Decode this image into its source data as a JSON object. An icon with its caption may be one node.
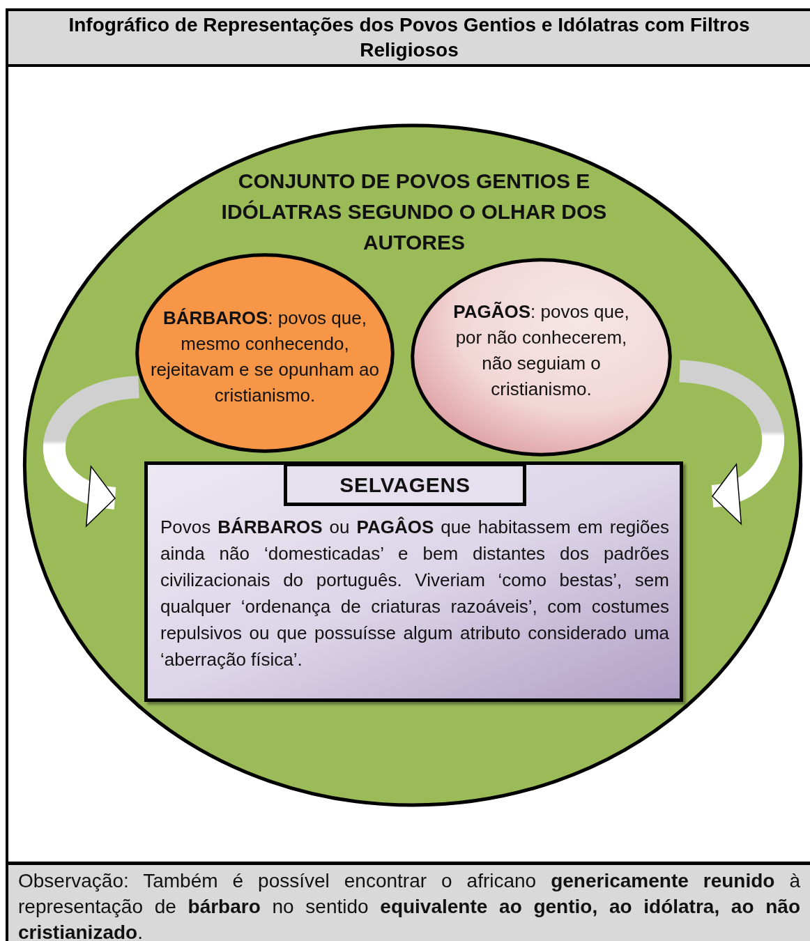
{
  "diagram": {
    "title": "Infográfico de Representações dos Povos Gentios e Idólatras com Filtros Religiosos",
    "caption": "Observação: Também é possível encontrar o africano **genericamente reunido** à representação de **bárbaro** no sentido **equivalente ao gentio, ao idólatra, ao não cristianizado**.",
    "nodes": [
      {
        "text": [
          "CONJUNTO DE POVOS GENTIOS E IDÓLATRAS SEGUNDO O OLHAR DOS AUTORES"
        ]
      },
      {
        "text": [
          "**BÁRBAROS**: povos que, mesmo conhecendo, rejeitavam e se opunham ao cristianismo."
        ],
        "in": 0
      },
      {
        "text": [
          "**PAGÃOS**: povos que, por não conhecerem, não seguiam o cristianismo."
        ],
        "in": 0
      },
      {
        "text": [
          "Povos **BÁRBAROS** ou **PAGÂOS** que habitassem em regiões ainda não ‘domesticadas’ e bem distantes dos padrões civilizacionais do português. Viveriam ‘como bestas’, sem qualquer ‘ordenança de criaturas razoáveis’, com costumes repulsivos ou que possuísse algum atributo considerado uma ‘aberração física’."
        ],
        "in": 0
      },
      {
        "text": [
          "SELVAGENS"
        ],
        "in": 3
      }
    ],
    "edges": [
      {
        "from": 1,
        "to": 3,
        "arrow": "to"
      },
      {
        "from": 2,
        "to": 3,
        "arrow": "to"
      }
    ]
  }
}
